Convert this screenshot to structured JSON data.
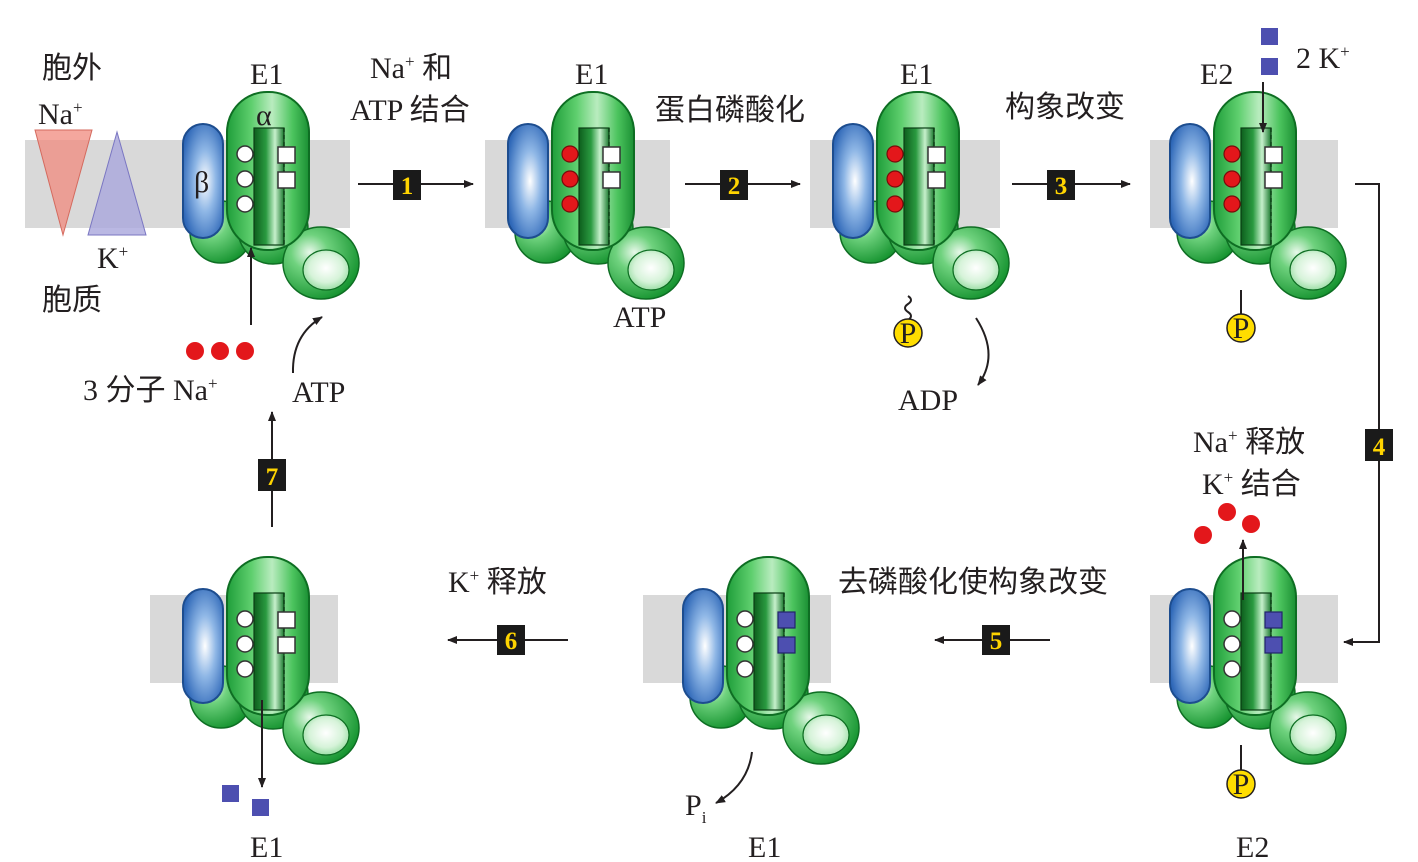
{
  "extracellular_label": "胞外",
  "cytoplasm_label": "胞质",
  "gradient": {
    "na_label": "Na",
    "k_label": "K",
    "plus": "+"
  },
  "subunits": {
    "alpha": "α",
    "beta": "β"
  },
  "states": {
    "s1": "E1",
    "s2": "E1",
    "s3": "E1",
    "s4": "E2",
    "s5": "E2",
    "s6": "E1",
    "s7": "E1"
  },
  "annotations": {
    "na_mol": "3 分子 Na",
    "atp": "ATP",
    "atp_bound": "ATP",
    "adp": "ADP",
    "k2": "2 K",
    "pi": "P",
    "pi_sub": "i",
    "phosphate": "P",
    "plus": "+"
  },
  "steps": [
    {
      "num": "1",
      "label_line1": "Na",
      "label_line1_rest": " 和",
      "label_line2": "ATP 结合"
    },
    {
      "num": "2",
      "label": "蛋白磷酸化"
    },
    {
      "num": "3",
      "label": "构象改变"
    },
    {
      "num": "4",
      "label_line1": "Na",
      "label_line1_rest": " 释放",
      "label_line2": "K",
      "label_line2_rest": " 结合"
    },
    {
      "num": "5",
      "label": "去磷酸化使构象改变"
    },
    {
      "num": "6",
      "label": "K",
      "label_rest": " 释放"
    },
    {
      "num": "7"
    }
  ],
  "colors": {
    "protein_green": "#1f9e3a",
    "beta_blue": "#3d7cc9",
    "membrane": "#d9d9d9",
    "sodium": "#e3171b",
    "potassium": "#4d4fb0",
    "phosphate": "#ffdd00",
    "step_box": "#1a1a1a",
    "step_text": "#ffd400",
    "na_triangle": "#f08a7e",
    "k_triangle": "#a9a6dc"
  }
}
